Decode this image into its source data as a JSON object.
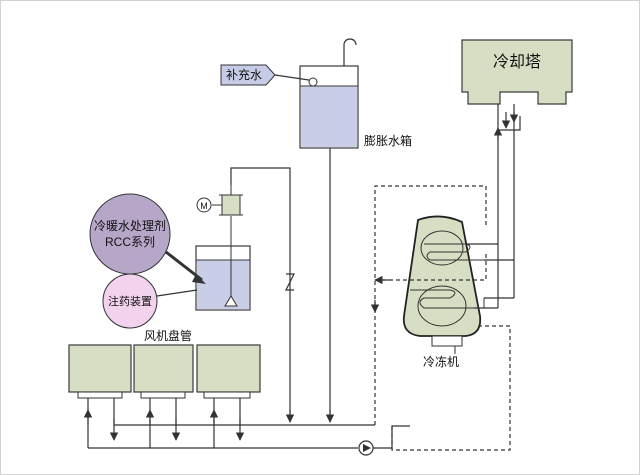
{
  "labels": {
    "makeup_water": "补充水",
    "expansion_tank": "膨胀水箱",
    "cooling_tower": "冷却塔",
    "water_treatment_line1": "冷暖水处理剂",
    "water_treatment_line2": "RCC系列",
    "dosing_device": "注药装置",
    "fan_coil": "风机盘管",
    "chiller": "冷冻机",
    "motor_symbol": "M"
  },
  "colors": {
    "cooling_tower_fill": "#d6dfc3",
    "fan_coil_fill": "#d6dfc3",
    "chiller_fill": "#d6dfc3",
    "water_fill": "#c8cde8",
    "water_treatment_circle": "#b6a7c9",
    "dosing_circle": "#f3d2ee",
    "makeup_tag_fill": "#c7cce6"
  }
}
